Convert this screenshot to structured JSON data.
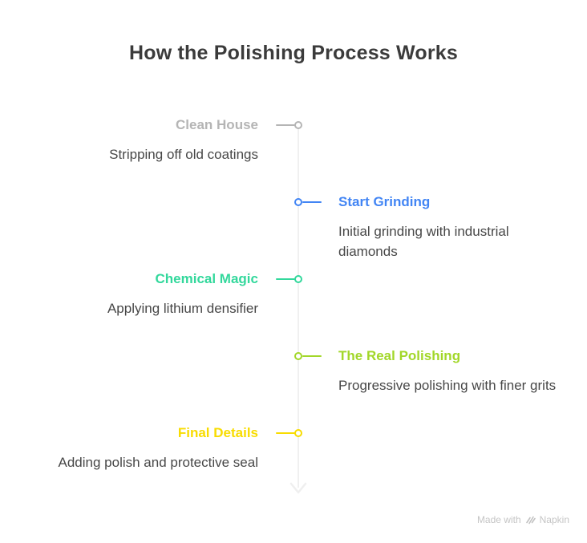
{
  "title": "How the Polishing Process Works",
  "steps": [
    {
      "title": "Clean House",
      "description": "Stripping off old coatings",
      "color": "#b5b5b5",
      "side": "left"
    },
    {
      "title": "Start Grinding",
      "description": "Initial grinding with industrial diamonds",
      "color": "#4285f4",
      "side": "right"
    },
    {
      "title": "Chemical Magic",
      "description": "Applying lithium densifier",
      "color": "#33d89c",
      "side": "left"
    },
    {
      "title": "The Real Polishing",
      "description": "Progressive polishing with finer grits",
      "color": "#a2d729",
      "side": "right"
    },
    {
      "title": "Final Details",
      "description": "Adding polish and protective seal",
      "color": "#f8dc00",
      "side": "left"
    }
  ],
  "timeline": {
    "line_color": "#f0f0f0"
  },
  "watermark": {
    "text": "Made with",
    "brand": "Napkin",
    "color": "#c5c5c5"
  }
}
